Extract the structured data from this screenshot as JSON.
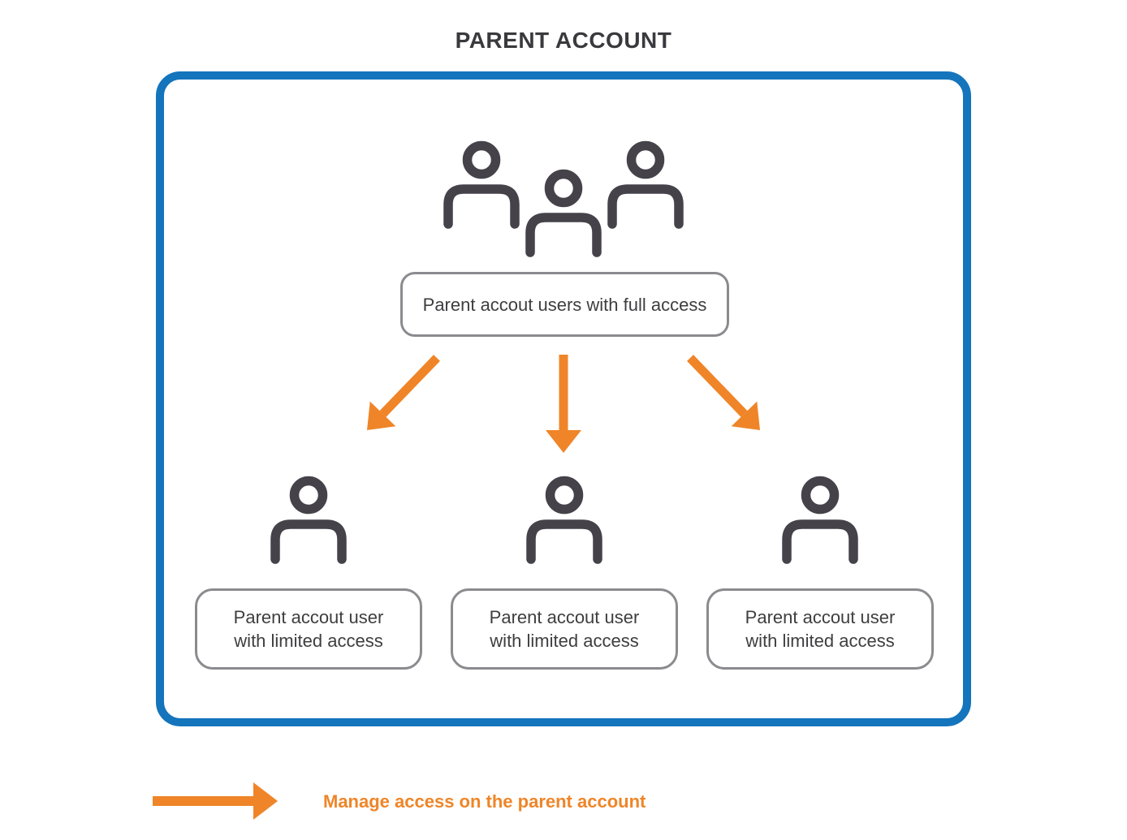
{
  "title": "PARENT ACCOUNT",
  "colors": {
    "frame_blue": "#1474BC",
    "arrow_orange": "#EF8528",
    "icon_gray": "#45424A",
    "box_border_gray": "#8B8B8F",
    "text_dark": "#3E3E40"
  },
  "parent_group": {
    "icon": "users-group-icon",
    "label": "Parent accout users with full access"
  },
  "children": [
    {
      "icon": "user-icon",
      "line1": "Parent accout user",
      "line2": "with limited access"
    },
    {
      "icon": "user-icon",
      "line1": "Parent accout user",
      "line2": "with limited access"
    },
    {
      "icon": "user-icon",
      "line1": "Parent accout user",
      "line2": "with limited access"
    }
  ],
  "arrows": {
    "down_left": "arrow-down-left-icon",
    "down": "arrow-down-icon",
    "down_right": "arrow-down-right-icon"
  },
  "legend": {
    "icon": "arrow-right-icon",
    "label": "Manage access on the parent account"
  }
}
